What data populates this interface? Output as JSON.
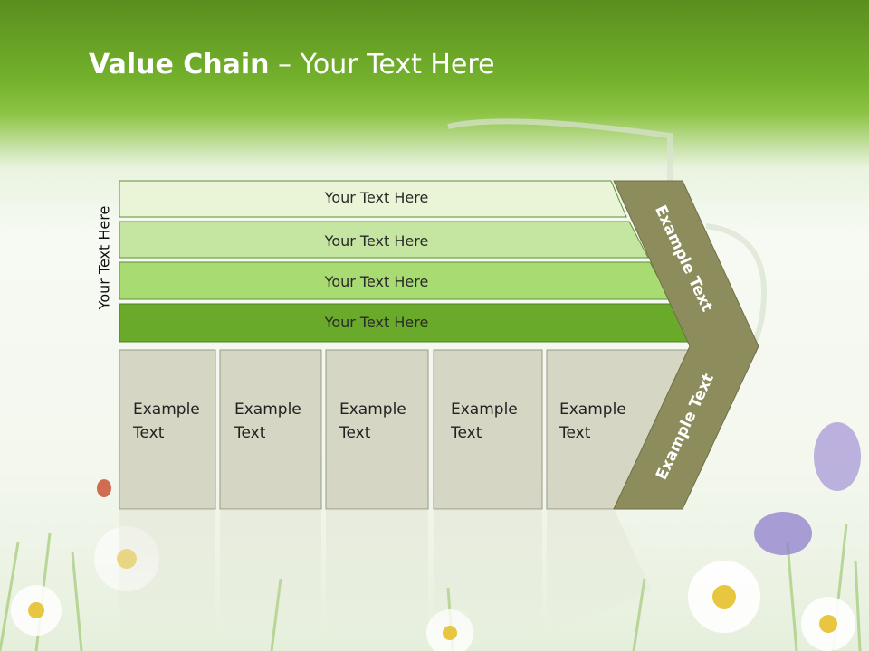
{
  "title": {
    "bold": "Value Chain",
    "rest": " – Your Text Here"
  },
  "side_label": "Your Text Here",
  "bars": [
    {
      "label": "Your Text Here",
      "color": "#eaf5d8"
    },
    {
      "label": "Your Text Here",
      "color": "#c5e6a0"
    },
    {
      "label": "Your Text Here",
      "color": "#a8db72"
    },
    {
      "label": "Your Text Here",
      "color": "#6aaa2a"
    }
  ],
  "boxes": [
    {
      "line1": "Example",
      "line2": "Text"
    },
    {
      "line1": "Example",
      "line2": "Text"
    },
    {
      "line1": "Example",
      "line2": "Text"
    },
    {
      "line1": "Example",
      "line2": "Text"
    },
    {
      "line1": "Example",
      "line2": "Text"
    }
  ],
  "chevron_upper": "Example Text",
  "chevron_lower": "Example Text",
  "colors": {
    "header_green": "#74b22d",
    "box_fill": "#d6d6c4",
    "chevron_fill": "#8c8c5c"
  }
}
